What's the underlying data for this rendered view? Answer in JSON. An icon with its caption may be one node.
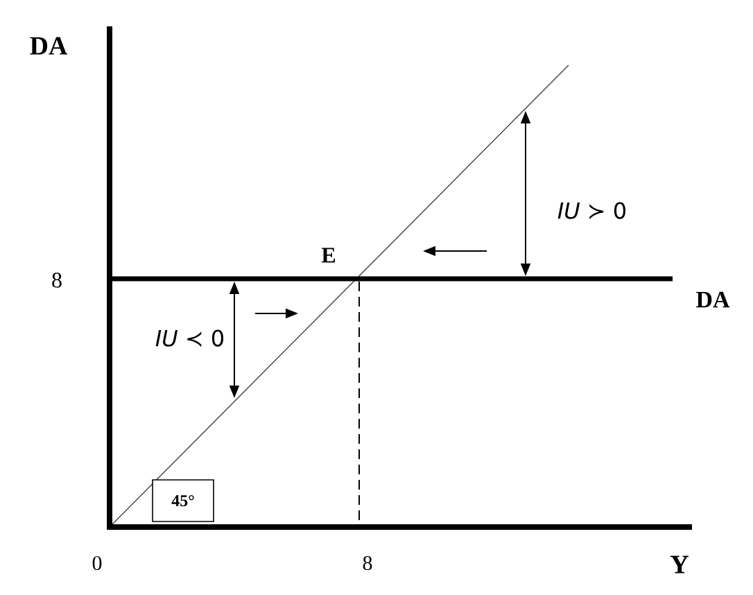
{
  "diagram": {
    "nodes": [
      {
        "text": [
          "45°"
        ]
      }
    ],
    "labels": [
      "DA",
      "*IU* ≻ 0",
      "E",
      "8",
      "DA",
      "*IU* ≺ 0",
      "0",
      "8",
      "Y"
    ]
  }
}
